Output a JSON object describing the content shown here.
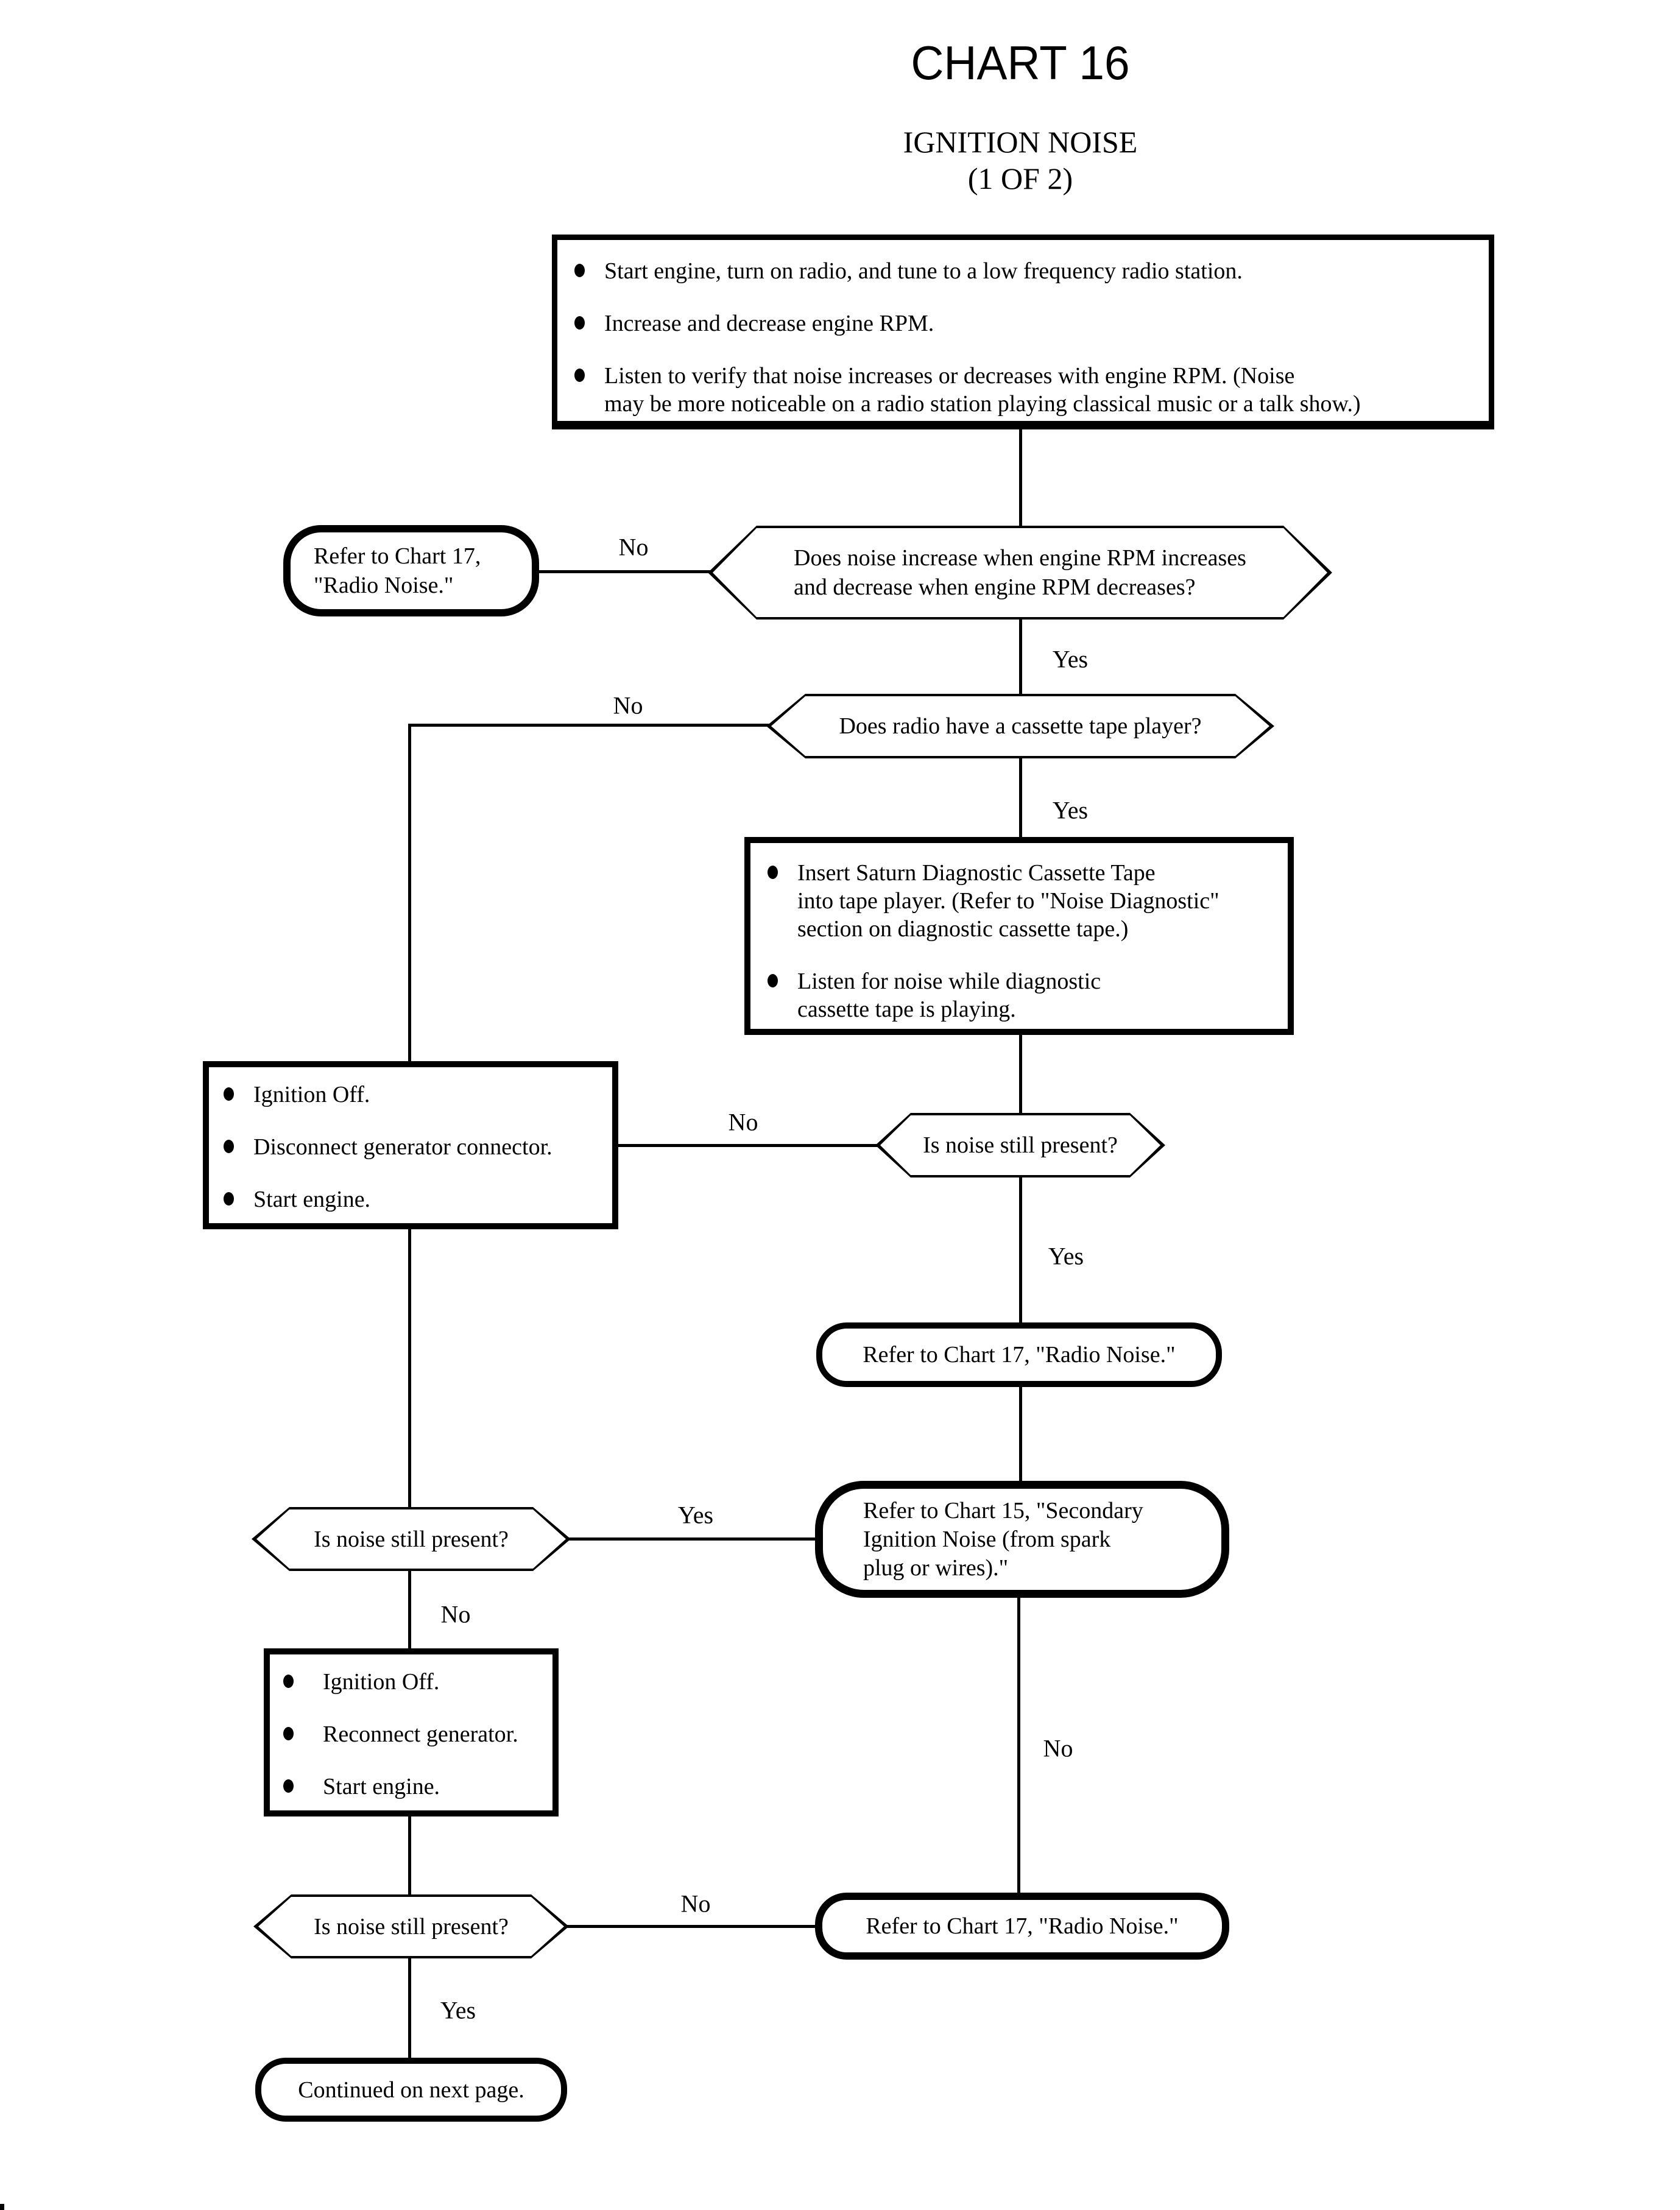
{
  "title": "CHART 16",
  "subtitle": "IGNITION NOISE\n(1 OF 2)",
  "labels": {
    "no1": "No",
    "yes1": "Yes",
    "no2": "No",
    "yes2": "Yes",
    "no3": "No",
    "yes3": "Yes",
    "yes4": "Yes",
    "no4": "No",
    "no_right": "No",
    "no5": "No",
    "yes5": "Yes"
  },
  "nodes": {
    "start": {
      "bullets": [
        "Start engine, turn on radio, and tune to a low frequency radio station.",
        "Increase and decrease engine RPM.",
        "Listen to verify that noise increases or decreases with engine RPM. (Noise\nmay be more noticeable on a radio station playing classical music or a talk show.)"
      ]
    },
    "decision_rpm": {
      "text": "Does noise increase when engine RPM increases\nand decrease when engine RPM decreases?"
    },
    "refer17_a": {
      "text": "Refer to Chart 17,\n\"Radio Noise.\""
    },
    "decision_cassette": {
      "text": "Does radio have a cassette tape player?"
    },
    "cassette_steps": {
      "bullets": [
        "Insert Saturn Diagnostic Cassette Tape\ninto tape player. (Refer to \"Noise Diagnostic\"\nsection on diagnostic cassette tape.)",
        "Listen for noise while diagnostic\ncassette tape is playing."
      ]
    },
    "decision_noise1": {
      "text": "Is noise still present?"
    },
    "disconnect_steps": {
      "bullets": [
        "Ignition Off.",
        "Disconnect generator connector.",
        "Start engine."
      ]
    },
    "refer17_b": {
      "text": "Refer to Chart 17, \"Radio Noise.\""
    },
    "decision_noise2": {
      "text": "Is noise still present?"
    },
    "refer15": {
      "text": "Refer to Chart 15, \"Secondary\nIgnition Noise (from spark\nplug or wires).\""
    },
    "reconnect_steps": {
      "bullets": [
        "Ignition Off.",
        "Reconnect generator.",
        "Start engine."
      ]
    },
    "decision_noise3": {
      "text": "Is noise still present?"
    },
    "refer17_c": {
      "text": "Refer to Chart 17, \"Radio Noise.\""
    },
    "continued": {
      "text": "Continued on next page."
    }
  },
  "colors": {
    "ink": "#000000",
    "paper": "#ffffff"
  }
}
